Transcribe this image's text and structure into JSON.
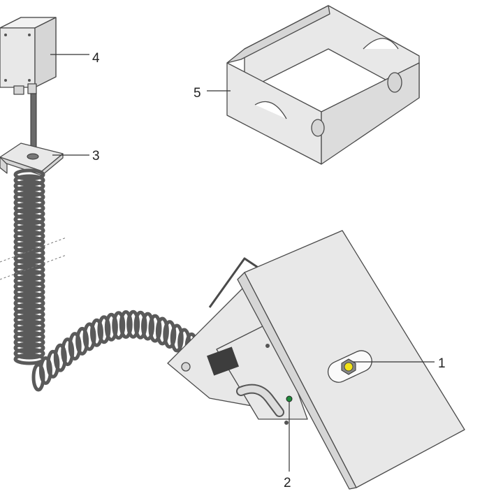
{
  "diagram": {
    "callouts": [
      {
        "id": "1",
        "label": "1"
      },
      {
        "id": "2",
        "label": "2"
      },
      {
        "id": "3",
        "label": "3"
      },
      {
        "id": "4",
        "label": "4"
      },
      {
        "id": "5",
        "label": "5"
      }
    ],
    "colors": {
      "metal": "#e8e8e8",
      "outline": "#4a4a4a",
      "cable": "#5a5a5a",
      "sensor": "#f2e318",
      "led": "#1f8a3a"
    }
  }
}
